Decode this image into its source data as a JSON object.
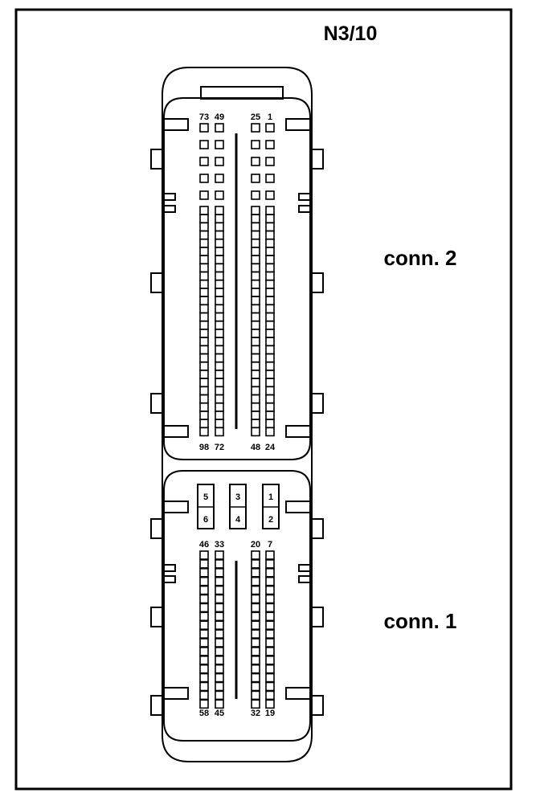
{
  "title": "N3/10",
  "connectors": [
    {
      "id": "conn2",
      "label": "conn. 2",
      "pin_labels": {
        "top": [
          "73",
          "49",
          "25",
          "1"
        ],
        "bottom": [
          "98",
          "72",
          "48",
          "24"
        ]
      }
    },
    {
      "id": "conn1",
      "label": "conn. 1",
      "power_pins": [
        "5",
        "6",
        "3",
        "4",
        "1",
        "2"
      ],
      "pin_labels": {
        "top": [
          "46",
          "33",
          "20",
          "7"
        ],
        "bottom": [
          "58",
          "45",
          "32",
          "19"
        ]
      }
    }
  ]
}
